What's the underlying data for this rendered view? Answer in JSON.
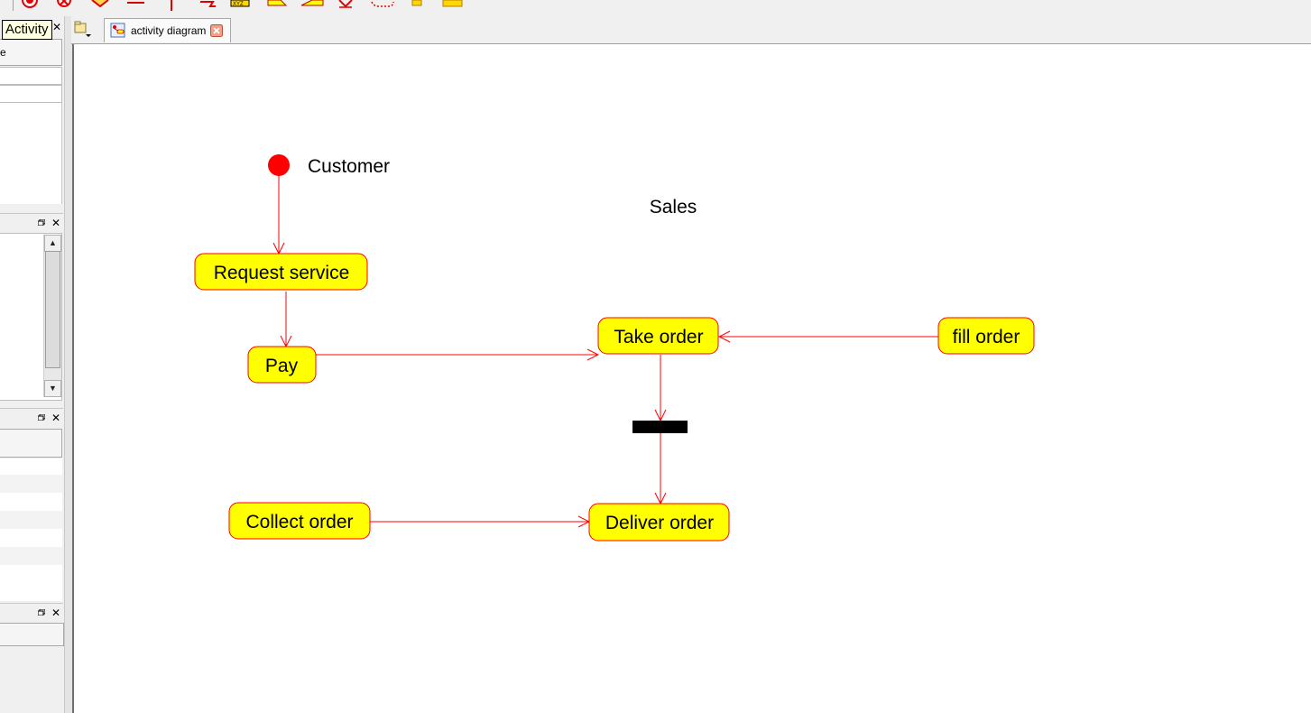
{
  "tooltip": {
    "text": "Activity"
  },
  "left_panel": {
    "top_field_text": "e"
  },
  "tab": {
    "label": "activity diagram"
  },
  "diagram": {
    "partitions": [
      {
        "name": "Customer"
      },
      {
        "name": "Sales"
      }
    ],
    "activities": [
      {
        "id": "request",
        "label": "Request service"
      },
      {
        "id": "pay",
        "label": "Pay"
      },
      {
        "id": "take",
        "label": "Take order"
      },
      {
        "id": "fill",
        "label": "fill order"
      },
      {
        "id": "collect",
        "label": "Collect order"
      },
      {
        "id": "deliver",
        "label": "Deliver order"
      }
    ],
    "flows": [
      {
        "from": "initial-node",
        "to": "request"
      },
      {
        "from": "request",
        "to": "pay"
      },
      {
        "from": "pay",
        "to": "take"
      },
      {
        "from": "fill",
        "to": "take"
      },
      {
        "from": "take",
        "to": "fork-bar"
      },
      {
        "from": "fork-bar",
        "to": "deliver"
      },
      {
        "from": "collect",
        "to": "deliver"
      }
    ]
  },
  "colors": {
    "node_fill": "#ffff00",
    "node_border": "#ff0000",
    "flow_line": "#ff0000",
    "initial_node": "#ff0000",
    "fork_bar": "#000000",
    "canvas_bg": "#ffffff"
  },
  "icons": [
    "toolbar-icons",
    "restore-icon",
    "close-icon",
    "scroll-up-icon",
    "scroll-down-icon",
    "diagram-list-dropdown-icon",
    "activity-diagram-icon",
    "tab-close-icon"
  ]
}
